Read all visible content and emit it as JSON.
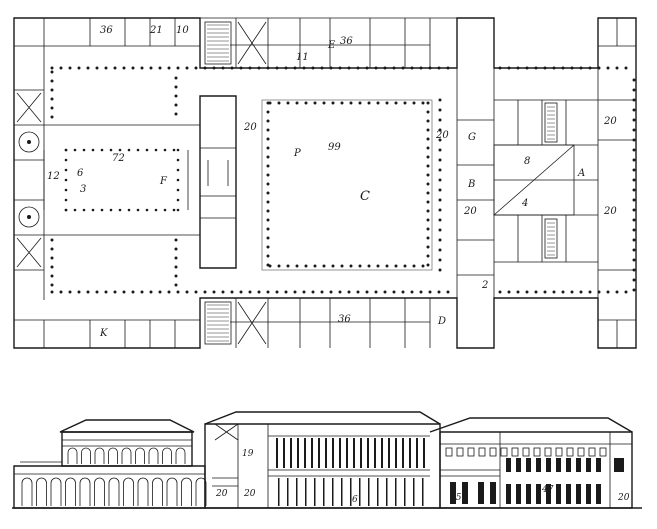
{
  "plan": {
    "labels": {
      "n36": "36",
      "n21": "21",
      "n10": "10",
      "e": "E",
      "e11": "11",
      "e36": "36",
      "p": "P",
      "n99": "99",
      "c": "C",
      "n20a": "20",
      "n20b": "20",
      "n20c": "20",
      "n20d": "20",
      "n20e": "20",
      "g": "G",
      "b": "B",
      "a": "A",
      "n8": "8",
      "n4": "4",
      "f": "F",
      "n12": "12",
      "n6": "6",
      "n3": "3",
      "n72": "72",
      "k": "K",
      "d": "D",
      "s36": "36",
      "n2": "2"
    }
  },
  "elevation": {
    "labels": {
      "h19": "19",
      "h20a": "20",
      "h20b": "20",
      "h20c": "20",
      "h6": "6",
      "h25": "25",
      "h47": "47"
    }
  }
}
